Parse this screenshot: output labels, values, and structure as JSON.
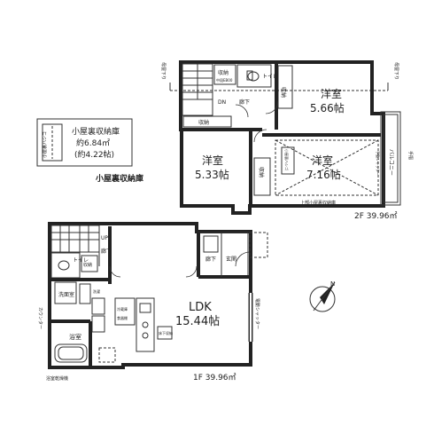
{
  "attic": {
    "label_lines": [
      "小屋裏収納庫",
      "約6.84㎡",
      "(約4.22帖)"
    ],
    "hatch": "小屋裏ハシゴ",
    "caption": "小屋裏収納庫"
  },
  "floor2": {
    "area": "2F 39.96㎡",
    "room_a": {
      "name": "洋室",
      "size": "5.66帖"
    },
    "room_b": {
      "name": "洋室",
      "size": "5.33帖"
    },
    "room_c": {
      "name": "洋室",
      "size": "7.16帖"
    },
    "storage_top": "収納",
    "storage_top_sub": "中段EB00",
    "toilet": "トイレ",
    "corridor": "廊下",
    "closet_right": "収納",
    "closet_mid": "収納",
    "closet_mid2": "収納",
    "attic_hatch": "小屋裏ハシゴ",
    "attic_note": "上部小屋裏収納庫",
    "balcony": "バルコニー",
    "shutter": "手動シャッター",
    "eave_left": "母屋下り",
    "eave_right": "母屋下り",
    "rail": "手摺"
  },
  "floor1": {
    "area": "1F 39.96㎡",
    "ldk": {
      "name": "LDK",
      "size": "15.44帖"
    },
    "up": "UP",
    "corridor": "廊下",
    "toilet": "トイレ",
    "storage": "収納",
    "washroom": "洗面室",
    "bath": "浴室",
    "entrance": "玄関",
    "entrance_corr": "廊下",
    "shutter": "電動シャッター",
    "counter": "カウンター",
    "dryer": "浴室乾燥機",
    "fridge": "冷蔵庫",
    "shelf": "食器棚",
    "wash": "洗濯",
    "floor_storage": "床下収納"
  },
  "compass": {
    "label": "N"
  }
}
